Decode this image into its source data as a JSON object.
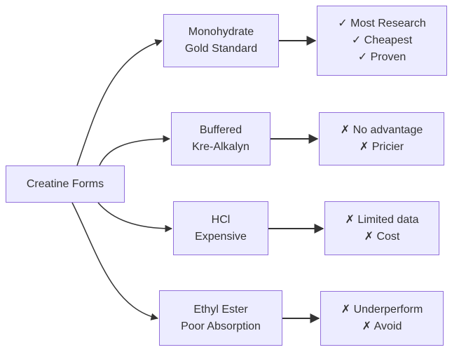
{
  "diagram": {
    "type": "flowchart",
    "root": {
      "id": "creatine-forms",
      "label": "Creatine Forms"
    },
    "rows": [
      {
        "node": {
          "id": "monohydrate",
          "lines": [
            "Monohydrate",
            "Gold Standard"
          ]
        },
        "result": {
          "id": "monohydrate-result",
          "lines": [
            "✓ Most Research",
            "✓ Cheapest",
            "✓ Proven"
          ]
        }
      },
      {
        "node": {
          "id": "buffered",
          "lines": [
            "Buffered",
            "Kre-Alkalyn"
          ]
        },
        "result": {
          "id": "buffered-result",
          "lines": [
            "✗ No advantage",
            "✗ Pricier"
          ]
        }
      },
      {
        "node": {
          "id": "hcl",
          "lines": [
            "HCl",
            "Expensive"
          ]
        },
        "result": {
          "id": "hcl-result",
          "lines": [
            "✗ Limited data",
            "✗ Cost"
          ]
        }
      },
      {
        "node": {
          "id": "ethyl-ester",
          "lines": [
            "Ethyl Ester",
            "Poor Absorption"
          ]
        },
        "result": {
          "id": "ethyl-ester-result",
          "lines": [
            "✗ Underperform",
            "✗ Avoid"
          ]
        }
      }
    ],
    "edges": [
      {
        "from": "creatine-forms",
        "to": "monohydrate"
      },
      {
        "from": "creatine-forms",
        "to": "buffered"
      },
      {
        "from": "creatine-forms",
        "to": "hcl"
      },
      {
        "from": "creatine-forms",
        "to": "ethyl-ester"
      },
      {
        "from": "monohydrate",
        "to": "monohydrate-result"
      },
      {
        "from": "buffered",
        "to": "buffered-result"
      },
      {
        "from": "hcl",
        "to": "hcl-result"
      },
      {
        "from": "ethyl-ester",
        "to": "ethyl-ester-result"
      }
    ],
    "colors": {
      "node_fill": "#ECECFF",
      "node_border": "#9370DB",
      "edge": "#333333",
      "text": "#333333",
      "background": "#ffffff"
    }
  }
}
